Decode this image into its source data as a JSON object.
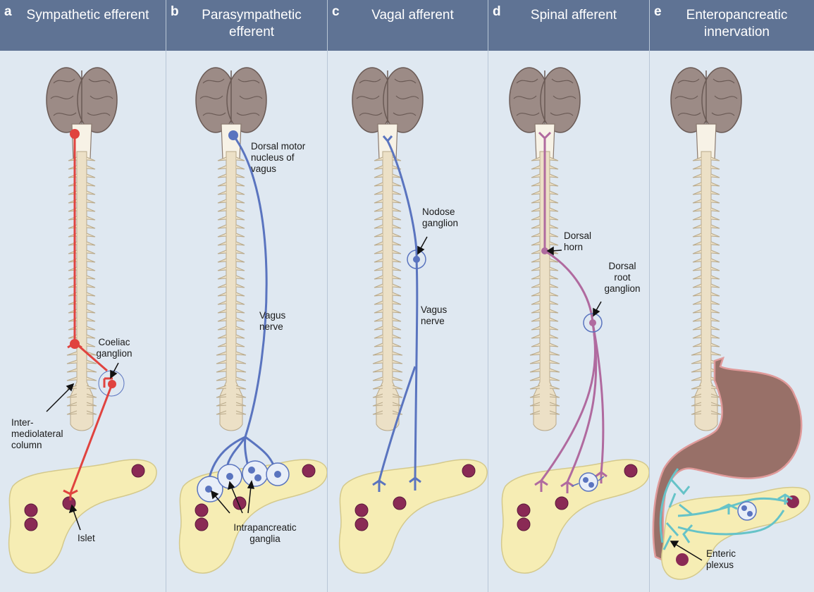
{
  "colors": {
    "header": "#5f7394",
    "panel_bg": "#dfe8f1",
    "sympathetic": "#e0433f",
    "parasympathetic": "#5a74bf",
    "spinal_afferent": "#b06a9f",
    "enteric": "#66c3c8",
    "pancreas": "#f6edb4",
    "stomach": "#987068",
    "brain": "#9c8b86"
  },
  "panels": [
    {
      "letter": "a",
      "title": "Sympathetic efferent",
      "labels": {
        "ganglion": "Coeliac\nganglion",
        "column": "Inter-\nmediolateral\ncolumn",
        "islet": "Islet"
      }
    },
    {
      "letter": "b",
      "title": "Parasympathetic\nefferent",
      "labels": {
        "nucleus": "Dorsal motor\nnucleus of\nvagus",
        "nerve": "Vagus\nnerve",
        "ganglia": "Intrapancreatic\nganglia"
      }
    },
    {
      "letter": "c",
      "title": "Vagal afferent",
      "labels": {
        "ganglion": "Nodose\nganglion",
        "nerve": "Vagus\nnerve"
      }
    },
    {
      "letter": "d",
      "title": "Spinal afferent",
      "labels": {
        "horn": "Dorsal\nhorn",
        "ganglion": "Dorsal\nroot\nganglion"
      }
    },
    {
      "letter": "e",
      "title": "Enteropancreatic\ninnervation",
      "labels": {
        "plexus": "Enteric\nplexus"
      }
    }
  ]
}
